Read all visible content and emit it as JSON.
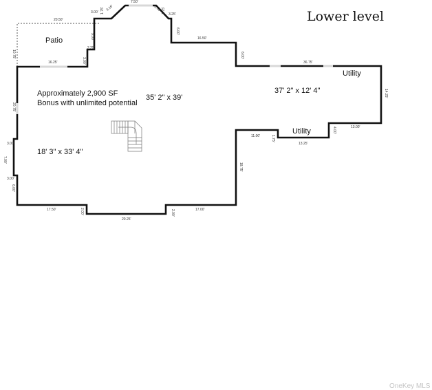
{
  "plan": {
    "title": "Lower level",
    "areas": {
      "patio": "Patio",
      "summary_line1": "Approximately 2,900 SF",
      "summary_line2": "Bonus with unlimited potential",
      "main_dims": "35' 2\" x 39'",
      "right_dims": "37' 2\" x 12' 4\"",
      "left_dims": "18' 3\" x 33' 4\"",
      "utility_top": "Utility",
      "utility_bottom": "Utility"
    },
    "dimensions": {
      "d_300_top": "3.00'",
      "d_175": "1.75'",
      "d_316_left": "3.16'",
      "d_750": "7.50'",
      "d_316_right": "3.16'",
      "d_175_right": "1.75'",
      "d_325": "3.25'",
      "d_2050": "20.50'",
      "d_1075": "10.75'",
      "d_600_a": "6.00'",
      "d_1650": "16.50'",
      "d_600_b": "6.00'",
      "d_900": "9.00'",
      "d_225": "2.25'",
      "d_1625": "16.25'",
      "d_300_c": "3.00'",
      "d_3675": "36.75'",
      "d_2075": "20.75'",
      "d_1425": "14.25'",
      "d_1100": "11.00'",
      "d_175_c": "1.75'",
      "d_400": "4.00'",
      "d_1300": "13.00'",
      "d_1325": "13.25'",
      "d_300_left1": "3.00'",
      "d_700": "7.00'",
      "d_300_left2": "3.00'",
      "d_600_left": "6.00'",
      "d_1875": "18.75'",
      "d_1750": "17.50'",
      "d_200_a": "2.00'",
      "d_2025": "20.25'",
      "d_200_b": "2.00'",
      "d_1700": "17.00'"
    },
    "watermark": "OneKey MLS"
  }
}
